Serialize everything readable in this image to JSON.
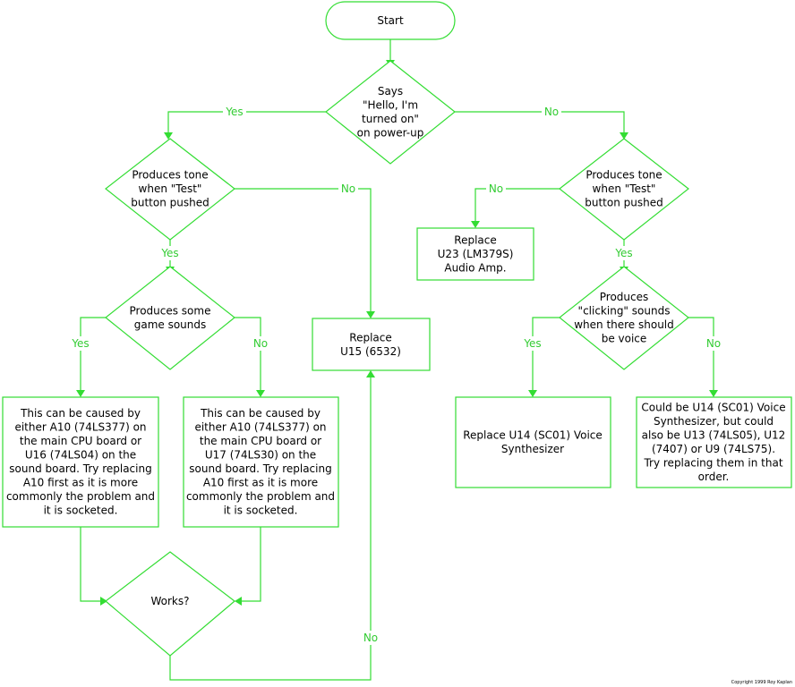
{
  "colors": {
    "line": "#33dd33",
    "label": "#33cc33",
    "text": "#000000",
    "background": "#ffffff"
  },
  "nodes": {
    "start": [
      "Start"
    ],
    "says_hello": [
      "Says",
      "\"Hello, I'm",
      "turned on\"",
      "on power-up"
    ],
    "tone_left": [
      "Produces tone",
      "when \"Test\"",
      "button pushed"
    ],
    "tone_right": [
      "Produces tone",
      "when \"Test\"",
      "button pushed"
    ],
    "replace_u23": [
      "Replace",
      "U23 (LM379S)",
      "Audio Amp."
    ],
    "game_sounds": [
      "Produces some",
      "game sounds"
    ],
    "replace_u15": [
      "Replace",
      "U15 (6532)"
    ],
    "clicking": [
      "Produces",
      "\"clicking\" sounds",
      "when there should",
      "be voice"
    ],
    "note_a10_u16": [
      "This can be caused by",
      "either A10 (74LS377) on",
      "the main CPU board or",
      "U16 (74LS04) on the",
      "sound board. Try replacing",
      "A10 first as it is more",
      "commonly the problem and",
      "it is socketed."
    ],
    "note_a10_u17": [
      "This can be caused by",
      "either A10 (74LS377) on",
      "the main CPU board or",
      "U17 (74LS30) on the",
      "sound board. Try replacing",
      "A10 first as it is more",
      "commonly the problem and",
      "it is socketed."
    ],
    "replace_u14": [
      "Replace U14 (SC01) Voice",
      "Synthesizer"
    ],
    "note_u14": [
      "Could be U14 (SC01) Voice",
      "Synthesizer, but could",
      "also be U13 (74LS05), U12",
      "(7407) or U9 (74LS75).",
      "Try replacing them in that",
      "order."
    ],
    "works": [
      "Works?"
    ]
  },
  "edge_labels": {
    "hello_yes": "Yes",
    "hello_no": "No",
    "tone_left_no": "No",
    "tone_left_yes": "Yes",
    "tone_right_no": "No",
    "tone_right_yes": "Yes",
    "game_yes": "Yes",
    "game_no": "No",
    "clicking_yes": "Yes",
    "clicking_no": "No",
    "works_no": "No"
  },
  "copyright": "Copyright 1999 Roy Kaplan"
}
